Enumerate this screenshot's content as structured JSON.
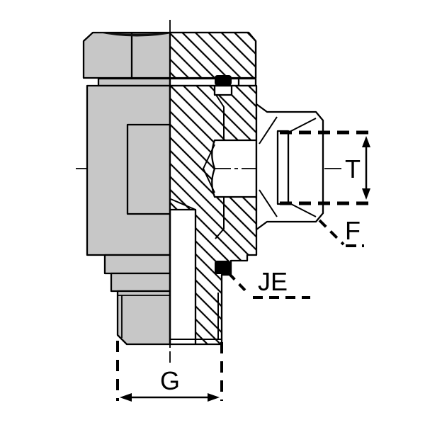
{
  "figure": {
    "type": "technical-drawing",
    "subject": "Hydraulic banjo elbow fitting - sectional view with port dimensions",
    "background": "#ffffff",
    "line_color": "#000000",
    "metal_gray": "#c7c7c7",
    "seal_color": "#000000",
    "labels": {
      "t": "T",
      "f": "F",
      "je": "JE",
      "g": "G"
    }
  }
}
